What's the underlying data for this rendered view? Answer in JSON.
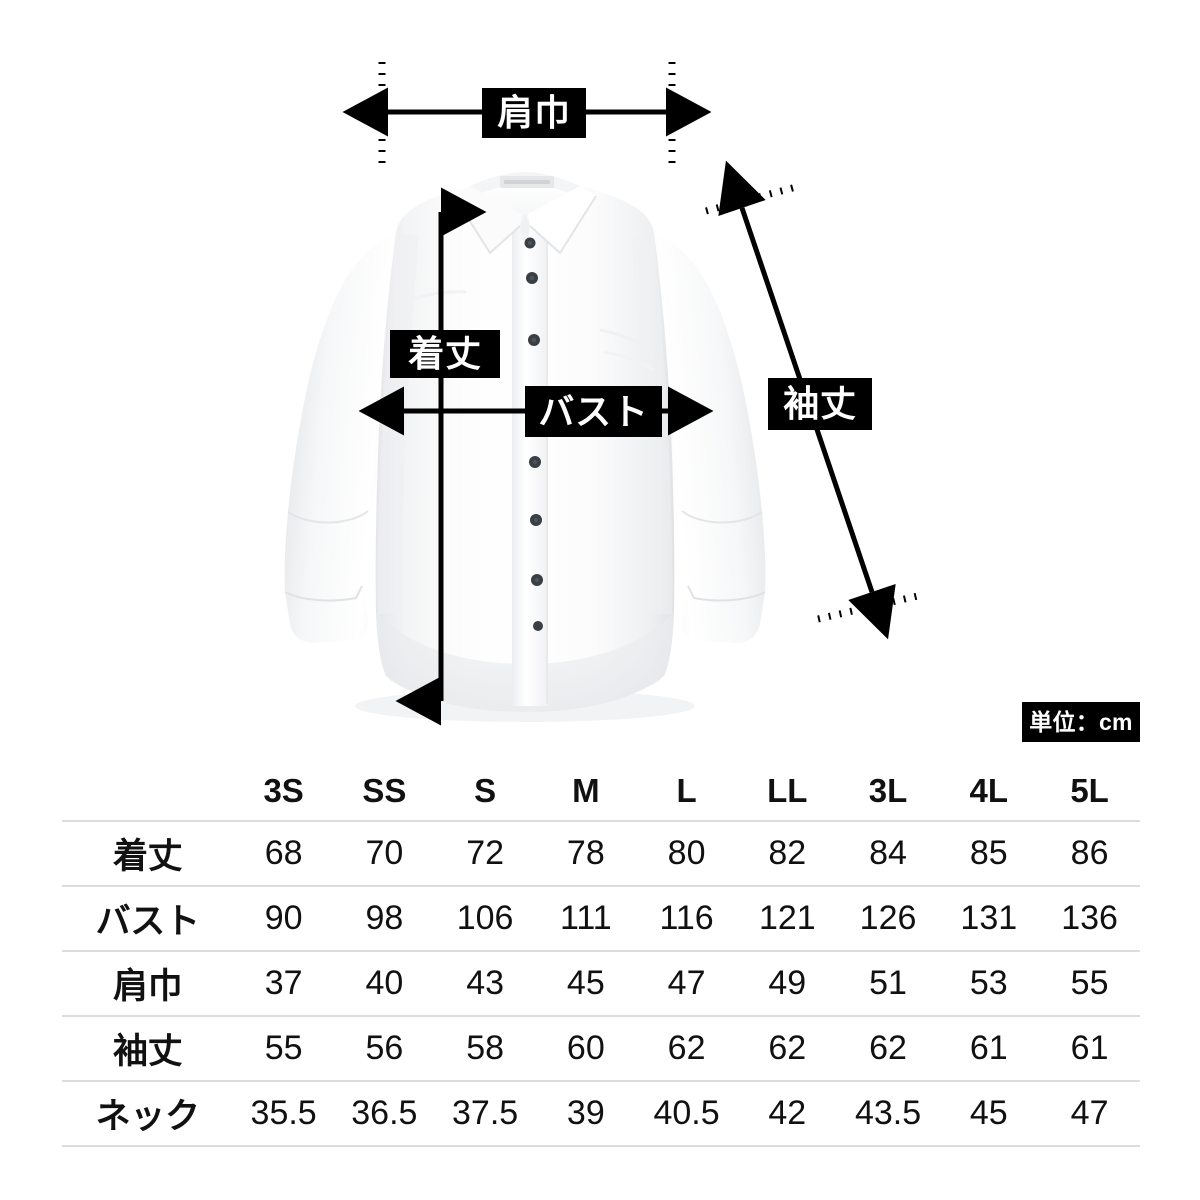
{
  "diagram": {
    "product": "white-long-sleeve-shirt",
    "callouts": [
      {
        "id": "shoulder",
        "label": "肩巾",
        "type": "horizontal-double-arrow"
      },
      {
        "id": "length",
        "label": "着丈",
        "type": "vertical-double-arrow"
      },
      {
        "id": "bust",
        "label": "バスト",
        "type": "horizontal-double-arrow"
      },
      {
        "id": "sleeve",
        "label": "袖丈",
        "type": "diagonal-double-arrow"
      }
    ],
    "shoulder_label": "肩巾",
    "length_label": "着丈",
    "bust_label": "バスト",
    "sleeve_label": "袖丈",
    "unit_badge": "単位：cm"
  },
  "table": {
    "corner_label": "",
    "columns": [
      "3S",
      "SS",
      "S",
      "M",
      "L",
      "LL",
      "3L",
      "4L",
      "5L"
    ],
    "rows": [
      {
        "label": "着丈",
        "values": [
          "68",
          "70",
          "72",
          "78",
          "80",
          "82",
          "84",
          "85",
          "86"
        ]
      },
      {
        "label": "バスト",
        "values": [
          "90",
          "98",
          "106",
          "111",
          "116",
          "121",
          "126",
          "131",
          "136"
        ]
      },
      {
        "label": "肩巾",
        "values": [
          "37",
          "40",
          "43",
          "45",
          "47",
          "49",
          "51",
          "53",
          "55"
        ]
      },
      {
        "label": "袖丈",
        "values": [
          "55",
          "56",
          "58",
          "60",
          "62",
          "62",
          "62",
          "61",
          "61"
        ]
      },
      {
        "label": "ネック",
        "values": [
          "35.5",
          "36.5",
          "37.5",
          "39",
          "40.5",
          "42",
          "43.5",
          "45",
          "47"
        ]
      }
    ]
  },
  "colors": {
    "background": "#ffffff",
    "ink": "#000000",
    "text": "#111111",
    "rule": "#dcdcdc",
    "badge_bg": "#000000",
    "badge_text": "#ffffff",
    "garment": "#ffffff",
    "garment_shadow": "#e9eaec",
    "button": "#3a3f45"
  }
}
